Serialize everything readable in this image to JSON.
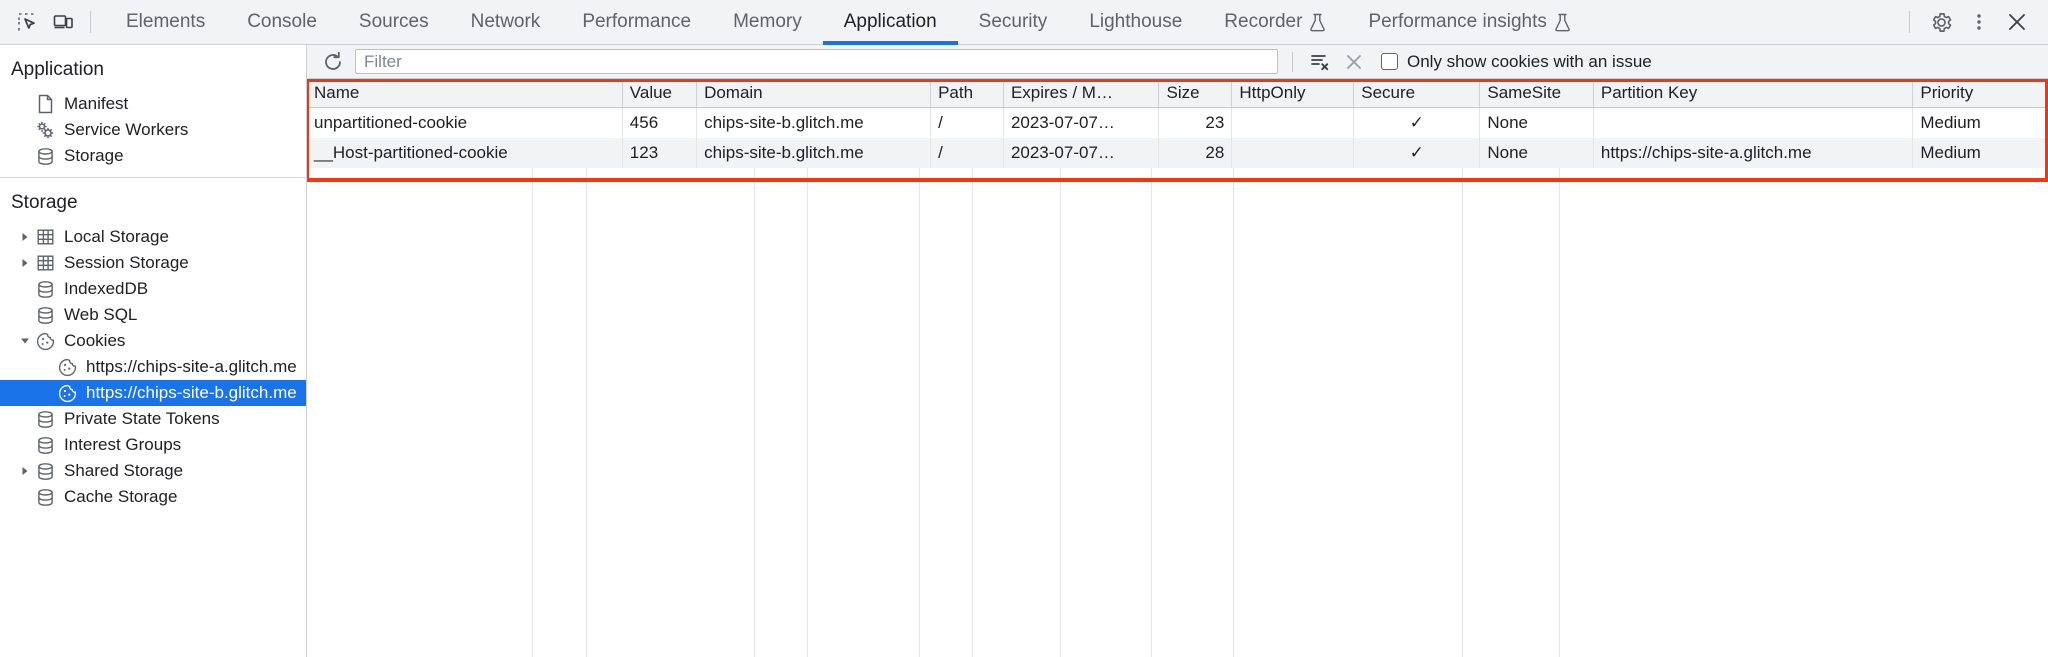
{
  "toolbar": {
    "inspect_icon": "inspect-element-icon",
    "device_icon": "device-toolbar-icon",
    "tabs": [
      {
        "label": "Elements",
        "selected": false,
        "experimental": false
      },
      {
        "label": "Console",
        "selected": false,
        "experimental": false
      },
      {
        "label": "Sources",
        "selected": false,
        "experimental": false
      },
      {
        "label": "Network",
        "selected": false,
        "experimental": false
      },
      {
        "label": "Performance",
        "selected": false,
        "experimental": false
      },
      {
        "label": "Memory",
        "selected": false,
        "experimental": false
      },
      {
        "label": "Application",
        "selected": true,
        "experimental": false
      },
      {
        "label": "Security",
        "selected": false,
        "experimental": false
      },
      {
        "label": "Lighthouse",
        "selected": false,
        "experimental": false
      },
      {
        "label": "Recorder",
        "selected": false,
        "experimental": true
      },
      {
        "label": "Performance insights",
        "selected": false,
        "experimental": true
      }
    ],
    "settings_icon": "gear-icon",
    "more_icon": "more-vertical-icon",
    "close_icon": "close-icon",
    "accent_color": "#1a73e8"
  },
  "sidebar": {
    "application_section": {
      "title": "Application",
      "items": [
        {
          "label": "Manifest",
          "icon": "document-icon",
          "twisty": "none",
          "selected": false
        },
        {
          "label": "Service Workers",
          "icon": "gears-icon",
          "twisty": "none",
          "selected": false
        },
        {
          "label": "Storage",
          "icon": "database-icon",
          "twisty": "none",
          "selected": false
        }
      ]
    },
    "storage_section": {
      "title": "Storage",
      "items": [
        {
          "label": "Local Storage",
          "icon": "table-icon",
          "twisty": "collapsed",
          "indent": 1,
          "selected": false
        },
        {
          "label": "Session Storage",
          "icon": "table-icon",
          "twisty": "collapsed",
          "indent": 1,
          "selected": false
        },
        {
          "label": "IndexedDB",
          "icon": "database-icon",
          "twisty": "none",
          "indent": 1,
          "selected": false
        },
        {
          "label": "Web SQL",
          "icon": "database-icon",
          "twisty": "none",
          "indent": 1,
          "selected": false
        },
        {
          "label": "Cookies",
          "icon": "cookie-icon",
          "twisty": "expanded",
          "indent": 1,
          "selected": false
        },
        {
          "label": "https://chips-site-a.glitch.me",
          "icon": "cookie-icon",
          "twisty": "none",
          "indent": 2,
          "selected": false
        },
        {
          "label": "https://chips-site-b.glitch.me",
          "icon": "cookie-icon",
          "twisty": "none",
          "indent": 2,
          "selected": true
        },
        {
          "label": "Private State Tokens",
          "icon": "database-icon",
          "twisty": "none",
          "indent": 1,
          "selected": false
        },
        {
          "label": "Interest Groups",
          "icon": "database-icon",
          "twisty": "none",
          "indent": 1,
          "selected": false
        },
        {
          "label": "Shared Storage",
          "icon": "database-icon",
          "twisty": "collapsed",
          "indent": 1,
          "selected": false
        },
        {
          "label": "Cache Storage",
          "icon": "database-icon",
          "twisty": "none",
          "indent": 1,
          "selected": false
        }
      ]
    }
  },
  "filter_bar": {
    "refresh_icon": "refresh-icon",
    "filter_placeholder": "Filter",
    "filter_value": "",
    "clear_all_icon": "clear-all-cookies-icon",
    "clear_filtered_icon": "clear-filtered-icon",
    "checkbox_label": "Only show cookies with an issue",
    "checkbox_checked": false
  },
  "cookie_table": {
    "columns": [
      "Name",
      "Value",
      "Domain",
      "Path",
      "Expires / M…",
      "Size",
      "HttpOnly",
      "Secure",
      "SameSite",
      "Partition Key",
      "Priority"
    ],
    "rows": [
      {
        "Name": "unpartitioned-cookie",
        "Value": "456",
        "Domain": "chips-site-b.glitch.me",
        "Path": "/",
        "Expires / M…": "2023-07-07…",
        "Size": "23",
        "HttpOnly": "",
        "Secure": "✓",
        "SameSite": "None",
        "Partition Key": "",
        "Priority": "Medium"
      },
      {
        "Name": "__Host-partitioned-cookie",
        "Value": "123",
        "Domain": "chips-site-b.glitch.me",
        "Path": "/",
        "Expires / M…": "2023-07-07…",
        "Size": "28",
        "HttpOnly": "",
        "Secure": "✓",
        "SameSite": "None",
        "Partition Key": "https://chips-site-a.glitch.me",
        "Priority": "Medium"
      }
    ]
  },
  "annotation": {
    "highlight_color": "#f4350e"
  }
}
